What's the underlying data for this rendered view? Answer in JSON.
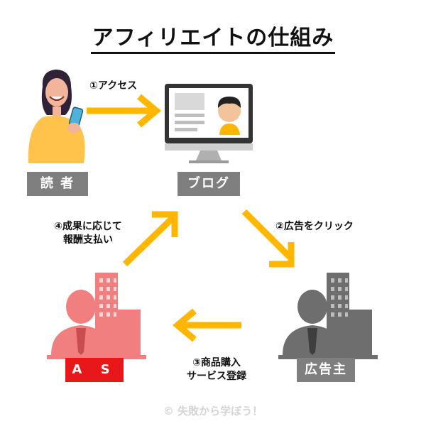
{
  "title": "アフィリエイトの仕組み",
  "nodes": {
    "reader": "読 者",
    "blog": "ブログ",
    "advertiser": "広告主",
    "asp": "A S P"
  },
  "steps": {
    "step1": "①アクセス",
    "step2": "②広告をクリック",
    "step3_line1": "③商品購入",
    "step3_line2": "サービス登録",
    "step4_line1": "④成果に応じて",
    "step4_line2": "報酬支払い"
  },
  "copyright": "© 失敗から学ぼう！",
  "colors": {
    "arrow": "#ffb600",
    "label_gray": "#7f7f7f",
    "asp_red": "#e8171a",
    "asp_building": "#f27f80",
    "advertiser_building": "#6e6e6e"
  }
}
